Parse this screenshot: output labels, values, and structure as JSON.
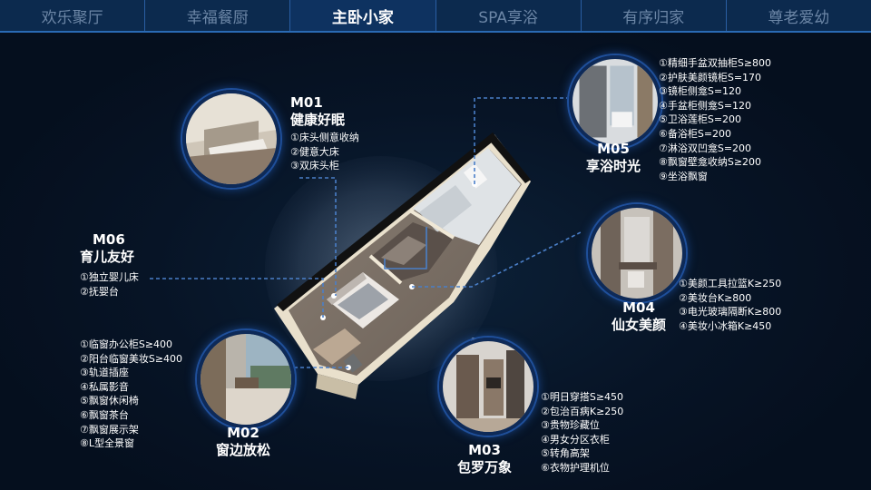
{
  "nav": {
    "tabs": [
      {
        "label": "欢乐聚厅",
        "active": false
      },
      {
        "label": "幸福餐厨",
        "active": false
      },
      {
        "label": "主卧小家",
        "active": true
      },
      {
        "label": "SPA享浴",
        "active": false
      },
      {
        "label": "有序归家",
        "active": false
      },
      {
        "label": "尊老爱幼",
        "active": false
      }
    ]
  },
  "modules": {
    "m01": {
      "code": "M01",
      "title": "健康好眠",
      "features": [
        "①床头侧意收纳",
        "②健意大床",
        "③双床头柜"
      ]
    },
    "m02": {
      "code": "M02",
      "title": "窗边放松",
      "features": [
        "①临窗办公柜S≥400",
        "②阳台临窗美妆S≥400",
        "③轨道插座",
        "④私属影音",
        "⑤飘窗休闲椅",
        "⑥飘窗茶台",
        "⑦飘窗展示架",
        "⑧L型全景窗"
      ]
    },
    "m03": {
      "code": "M03",
      "title": "包罗万象",
      "features": [
        "①明日穿搭S≥450",
        "②包治百病K≥250",
        "③贵物珍藏位",
        "④男女分区衣柜",
        "⑤转角高架",
        "⑥衣物护理机位"
      ]
    },
    "m04": {
      "code": "M04",
      "title": "仙女美颜",
      "features": [
        "①美颜工具拉篮K≥250",
        "②美妆台K≥800",
        "③电光玻璃隔断K≥800",
        "④美妆小冰箱K≥450"
      ]
    },
    "m05": {
      "code": "M05",
      "title": "享浴时光",
      "features": [
        "①精细手盆双抽柜S≥800",
        "②护肤美颜镜柜S=170",
        "③镜柜侧龛S=120",
        "④手盆柜侧龛S=120",
        "⑤卫浴莲柜S=200",
        "⑥备浴柜S=200",
        "⑦淋浴双凹龛S=200",
        "⑧飘窗壁龛收纳S≥200",
        "⑨坐浴飘窗"
      ]
    },
    "m06": {
      "code": "M06",
      "title": "育儿友好",
      "features": [
        "①独立婴儿床",
        "②抚婴台"
      ]
    }
  },
  "colors": {
    "background": "#071426",
    "tab_bar": "#0c2a4e",
    "tab_active_text": "#ffffff",
    "tab_inactive_text": "#6c86a6",
    "accent_blue": "#2a6ab4",
    "leader_line": "#4a7fc8",
    "floor_wood": "#7a6f65",
    "wall": "#f2ead8"
  }
}
